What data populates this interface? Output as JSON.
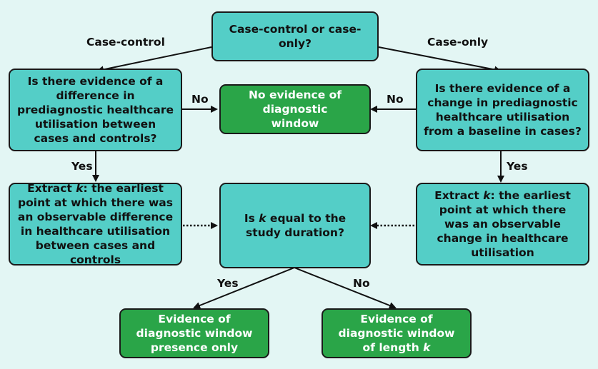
{
  "nodes": {
    "root": "Case-control or case-only?",
    "cc_question": "Is there evidence of a difference in prediagnostic healthcare utilisation between cases and controls?",
    "no_window": "No evidence of diagnostic window",
    "co_question": "Is there evidence of a change in prediagnostic healthcare utilisation from a baseline in cases?",
    "cc_extract_k": "k",
    "cc_extract_rest": ": the earliest point at which there was an observable difference in healthcare utilisation between cases and controls",
    "cc_extract_prefix": "Extract ",
    "k_question_prefix": "Is ",
    "k_question_k": "k",
    "k_question_rest": " equal to the study duration?",
    "co_extract_prefix": "Extract ",
    "co_extract_k": "k",
    "co_extract_rest": ": the earliest point at which there was an observable change in healthcare utilisation",
    "presence_only": "Evidence of diagnostic window presence only",
    "length_prefix": "Evidence of diagnostic window of length ",
    "length_k": "k"
  },
  "edge_labels": {
    "case_control": "Case-control",
    "case_only": "Case-only",
    "cc_no": "No",
    "co_no": "No",
    "cc_yes": "Yes",
    "co_yes": "Yes",
    "k_yes": "Yes",
    "k_no": "No"
  },
  "colors": {
    "teal_box": "#54cec7",
    "green_box": "#2aa548",
    "background": "#e3f6f4"
  }
}
